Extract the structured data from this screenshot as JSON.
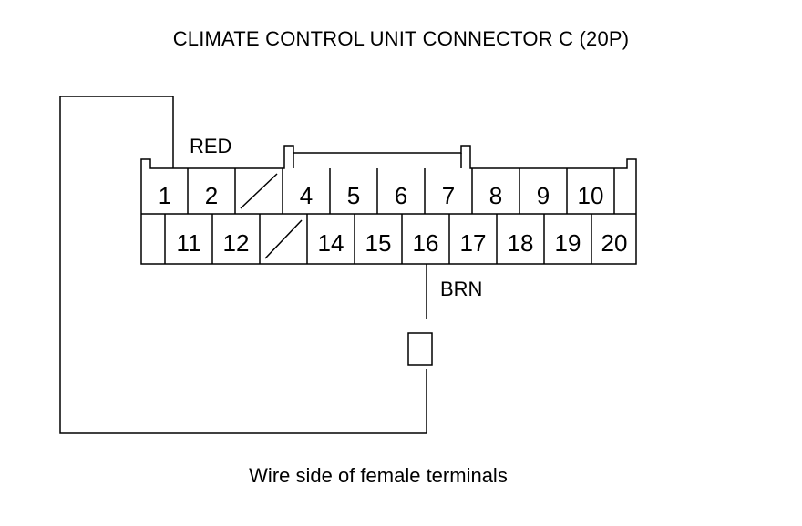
{
  "title": "CLIMATE CONTROL UNIT CONNECTOR C (20P)",
  "caption": "Wire side of female terminals",
  "connector": {
    "top_row": [
      "1",
      "2",
      "",
      "4",
      "5",
      "6",
      "7",
      "8",
      "9",
      "10"
    ],
    "bottom_row": [
      "",
      "11",
      "12",
      "",
      "14",
      "15",
      "16",
      "17",
      "18",
      "19",
      "20"
    ],
    "empty_terminals": [
      "3",
      "13"
    ]
  },
  "wires": [
    {
      "terminal": "1",
      "color": "RED"
    },
    {
      "terminal": "16",
      "color": "BRN"
    }
  ]
}
